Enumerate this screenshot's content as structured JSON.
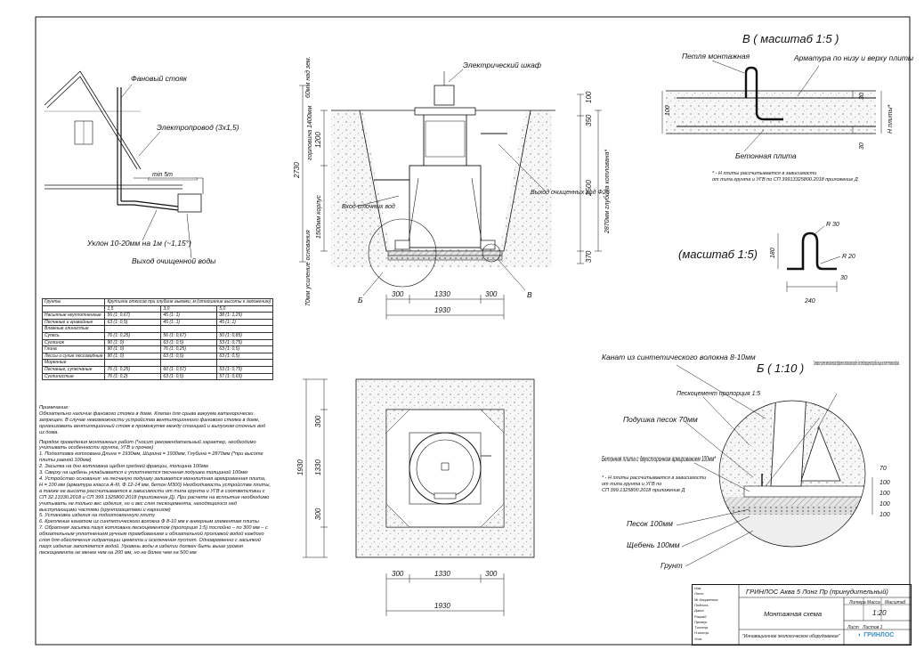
{
  "labels": {
    "fan_riser": "Фановый стояк",
    "power_cable": "Электропровод (3х1,5)",
    "min_distance": "min 5m",
    "slope": "Уклон 10-20мм на 1м (~1,15°)",
    "clean_water_outlet": "Выход очищенной воды",
    "electric_cabinet": "Электрический шкаф",
    "sewage_inlet": "Вход сточных вод",
    "treated_outlet": "Выход очищенных вод Ф25",
    "foundation": "70мм усиление основания",
    "neck_height": "горловина 1400мм",
    "body_height": "1500мм корпус",
    "pit_depth": "2870мм глубина котлована*",
    "above_ground": "60мм над зем.",
    "callout_b": "Б",
    "callout_v": "В"
  },
  "dims_section": {
    "d100": "100",
    "d350": "350",
    "d1200": "1200",
    "d2730": "2730",
    "d2500": "2500",
    "d370": "370",
    "w300_left": "300",
    "w1330": "1330",
    "w300_right": "300",
    "w1930": "1930"
  },
  "dims_plan": {
    "v1930": "1930",
    "v1330": "1330",
    "v300_top": "300",
    "v300_bot": "300",
    "h300_left": "300",
    "h1330": "1330",
    "h300_right": "300",
    "h1930": "1930"
  },
  "detail_v": {
    "title": "В ( масштаб 1:5 )",
    "mounting_loop": "Петля монтажная",
    "rebar": "Арматура по низу и верху плиты",
    "concrete_slab": "Бетонная плита",
    "h_slab": "Н плиты*",
    "d100": "100",
    "d30_top": "30",
    "d30_bot": "30",
    "footnote_1": "* - Н плиты рассчитывается в зависимости",
    "footnote_2": "от типа грунта и УГВ по СП 39913325800.2018 приложение Д"
  },
  "detail_loop": {
    "scale": "(масштаб 1:5)",
    "r30": "R 30",
    "r20": "R 20",
    "d180": "180",
    "d30": "30",
    "d240": "240"
  },
  "detail_b": {
    "title": "Б ( 1:10 )",
    "rope": "Канат из синтетического волокна 8-10мм",
    "base_reinforced": "Основание усилено металлическим профилем в пластиковом коробе, для предотвращения прогиба днища на плите песчаная подушка",
    "sand_cement": "Пескоцемент пропорция 1:5",
    "sand_cushion": "Подушка песок 70мм",
    "slab_double": "Бетонная плита с двухсторонним армированием 100мм*",
    "note_1": "* - Н плиты рассчитывается в зависимости",
    "note_2": "от типа грунта и УГВ по",
    "note_3": "СП 399.1325800.2018 приложение Д",
    "sand": "Песок 100мм",
    "gravel": "Щебень 100мм",
    "soil": "Грунт",
    "d70": "70",
    "d100a": "100",
    "d100b": "100",
    "d100c": "100",
    "d100d": "100"
  },
  "table": {
    "header": [
      "Грунты",
      "Крутизна откосов при глубине выемки, м (отношение высоты к заложению)"
    ],
    "subheader": [
      "",
      "1,5",
      "3,0",
      "5,0"
    ],
    "rows": [
      [
        "Насыпные неуплотненные",
        "56 (1: 0,67)",
        "45 (1: 1)",
        "38 (1: 1,25)"
      ],
      [
        "Песчаные и гравийные",
        "63 (1: 0,5)",
        "45 (1: 1)",
        "45 (1: 1)"
      ],
      [
        "Влажные глинистые",
        "",
        "",
        ""
      ],
      [
        "Супесь",
        "76 (1: 0,25)",
        "56 (1: 0,67)",
        "50 (1: 0,85)"
      ],
      [
        "Суглинок",
        "90 (1: 0)",
        "63 (1: 0,5)",
        "53 (1: 0,75)"
      ],
      [
        "Глина",
        "90 (1: 0)",
        "76 (1: 0,25)",
        "63 (1: 0,5)"
      ],
      [
        "Лессы и сухие лессовидные",
        "90 (1: 0)",
        "63 (1: 0,5)",
        "63 (1: 0,5)"
      ],
      [
        "Моренные",
        "",
        "",
        ""
      ],
      [
        "Песчаные, супесчаные",
        "76 (1: 0,25)",
        "60 (1: 0,57)",
        "53 (1: 0,75)"
      ],
      [
        "Суглинистые",
        "76 (1: 0,2)",
        "63 (1: 0,5)",
        "57 (1: 0,65)"
      ]
    ]
  },
  "notes": {
    "heading": "Примечание:",
    "p1": "Обязательно наличие фанового стояка в доме. Клапан для срыва вакуума категорически запрещен. В случае невозможности устройства вентиляционного фанового стояка в доме, организовать вентиляционный стояк в промежутке между станцией и выпуском сточных вод из дома.",
    "p2": "Порядок проведения монтажных работ (*носит рекомендательный характер, необходимо учитывать особенности грунта, УГВ и прочее)",
    "items": [
      "1. Подготовка котлована Длина = 1930мм, Ширина = 1930мм, Глубина = 2870мм (*при высоте плиты равной 100мм)",
      "2. Засыпка на дно котлована щебня средней фракции, толщина 100мм",
      "3. Сверху на щебень укладывается и уплотняется песчаная подушка толщиной 100мм",
      "4. Устройство основания: на песчаную подушку заливается монолитная армированная плита, Н = 100 мм (арматура класса А-III, Ф 12-14 мм, бетон М300) Необходимость устройства плиты, а также ее высота рассчитывается в зависимости от типа грунта и УГВ в соответствии с СП 32.13330.2018 и СП 399.1325800.2018 (приложение Д). При расчете на всплытие необходимо учитывать не только вес изделия, но и вес слоя пескоцемента, находящегося над выступающими частями (грунтозацепами и карнизом)",
      "5. Установка изделия на подготовленную плиту",
      "6. Крепление канатом из синтетического волокна Ф 8-10 мм к анкерным элементам плиты",
      "7. Обратная засыпка пазух котлована пескоцементом (пропорция 1:5) послойно – по 300 мм – с обязательным уплотнением ручным трамбованием и обязательной проливкой водой каждого слоя для обеспечения гидратации цемента и исключения пустот. Одновременно с засыпкой пазух изделие заполняется водой. Уровень воды в изделии должен быть выше уровня пескоцемента не менее чем на 200 мм, но не более чем на 500 мм"
    ]
  },
  "stamp": {
    "organization": "ГРИНЛОС Аква 5 Лонг Пр (принудительный)",
    "document": "Монтажная схема",
    "company": "\"Инновационное экологическое оборудование\"",
    "col_stage": "Литера",
    "col_mass": "Масса",
    "col_scale": "Масштаб",
    "scale_value": "1:20",
    "sheet": "Лист",
    "sheets": "Листов 1",
    "logo": "ГРИНЛОС",
    "row_labels": [
      "Изм",
      "Лист",
      "№ документа",
      "Подпись",
      "Дата",
      "Разраб.",
      "Провер.",
      "Т.контр.",
      "Н.контр.",
      "Утв."
    ]
  },
  "colors": {
    "line": "#111111",
    "soil": "#cfcfcf",
    "logo": "#3a8fc4"
  }
}
